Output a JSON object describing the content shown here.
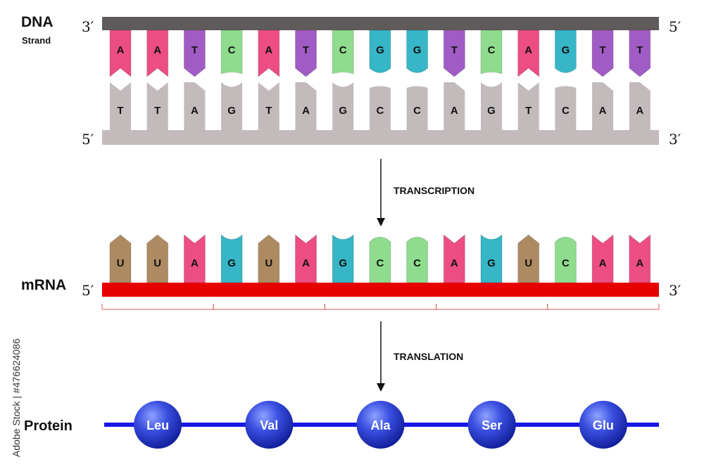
{
  "dna": {
    "title": "DNA",
    "subtitle": "Strand",
    "top_strand": {
      "left_end": "3′",
      "right_end": "5′",
      "bases": [
        "A",
        "A",
        "T",
        "C",
        "A",
        "T",
        "C",
        "G",
        "G",
        "T",
        "C",
        "A",
        "G",
        "T",
        "T"
      ]
    },
    "bottom_strand": {
      "left_end": "5′",
      "right_end": "3′",
      "bases": [
        "T",
        "T",
        "A",
        "G",
        "T",
        "A",
        "G",
        "C",
        "C",
        "A",
        "G",
        "T",
        "C",
        "A",
        "A"
      ]
    }
  },
  "steps": {
    "transcription": "TRANSCRIPTION",
    "translation": "TRANSLATION"
  },
  "mrna": {
    "title": "mRNA",
    "left_end": "5′",
    "right_end": "3′",
    "bases": [
      "U",
      "U",
      "A",
      "G",
      "U",
      "A",
      "G",
      "C",
      "C",
      "A",
      "G",
      "U",
      "C",
      "A",
      "A"
    ]
  },
  "protein": {
    "title": "Protein",
    "amino_acids": [
      "Leu",
      "Val",
      "Ala",
      "Ser",
      "Glu"
    ]
  },
  "watermark": {
    "side_text": "Adobe Stock | #476624086"
  },
  "colors": {
    "A": "#ec4d82",
    "T": "#a05cc4",
    "C": "#8fdc8e",
    "G": "#36b6c6",
    "U": "#ad8a62",
    "complement": "#c3bbbb",
    "dna_top_backbone": "#5f5b5b",
    "dna_bottom_backbone": "#c3bbbb",
    "mrna_backbone": "#e60000",
    "protein_line": "#1818e6",
    "amino_acid": "#2536c8"
  }
}
